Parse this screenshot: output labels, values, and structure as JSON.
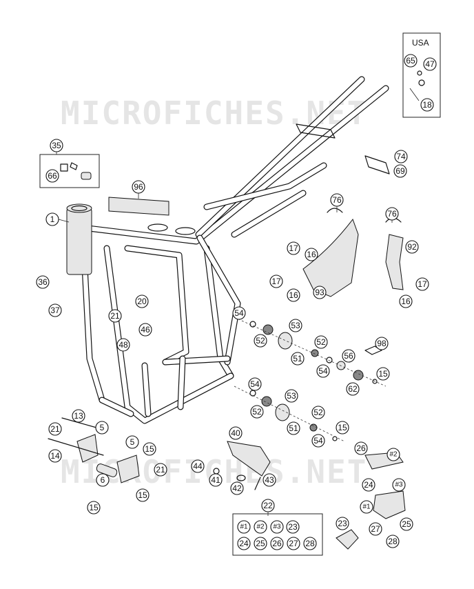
{
  "watermark": "MICROFICHES.NET",
  "usa_box": {
    "label": "USA"
  },
  "callouts": [
    "1",
    "5",
    "5",
    "6",
    "13",
    "14",
    "15",
    "15",
    "15",
    "15",
    "15",
    "16",
    "16",
    "16",
    "17",
    "17",
    "17",
    "18",
    "20",
    "21",
    "21",
    "21",
    "22",
    "23",
    "23",
    "24",
    "24",
    "25",
    "25",
    "26",
    "26",
    "27",
    "27",
    "28",
    "28",
    "35",
    "36",
    "37",
    "40",
    "41",
    "42",
    "43",
    "44",
    "46",
    "47",
    "48",
    "51",
    "51",
    "52",
    "52",
    "52",
    "52",
    "53",
    "53",
    "54",
    "54",
    "54",
    "54",
    "56",
    "62",
    "65",
    "66",
    "69",
    "74",
    "76",
    "76",
    "92",
    "93",
    "96",
    "98",
    "#1",
    "#1",
    "#2",
    "#2",
    "#3",
    "#3"
  ]
}
